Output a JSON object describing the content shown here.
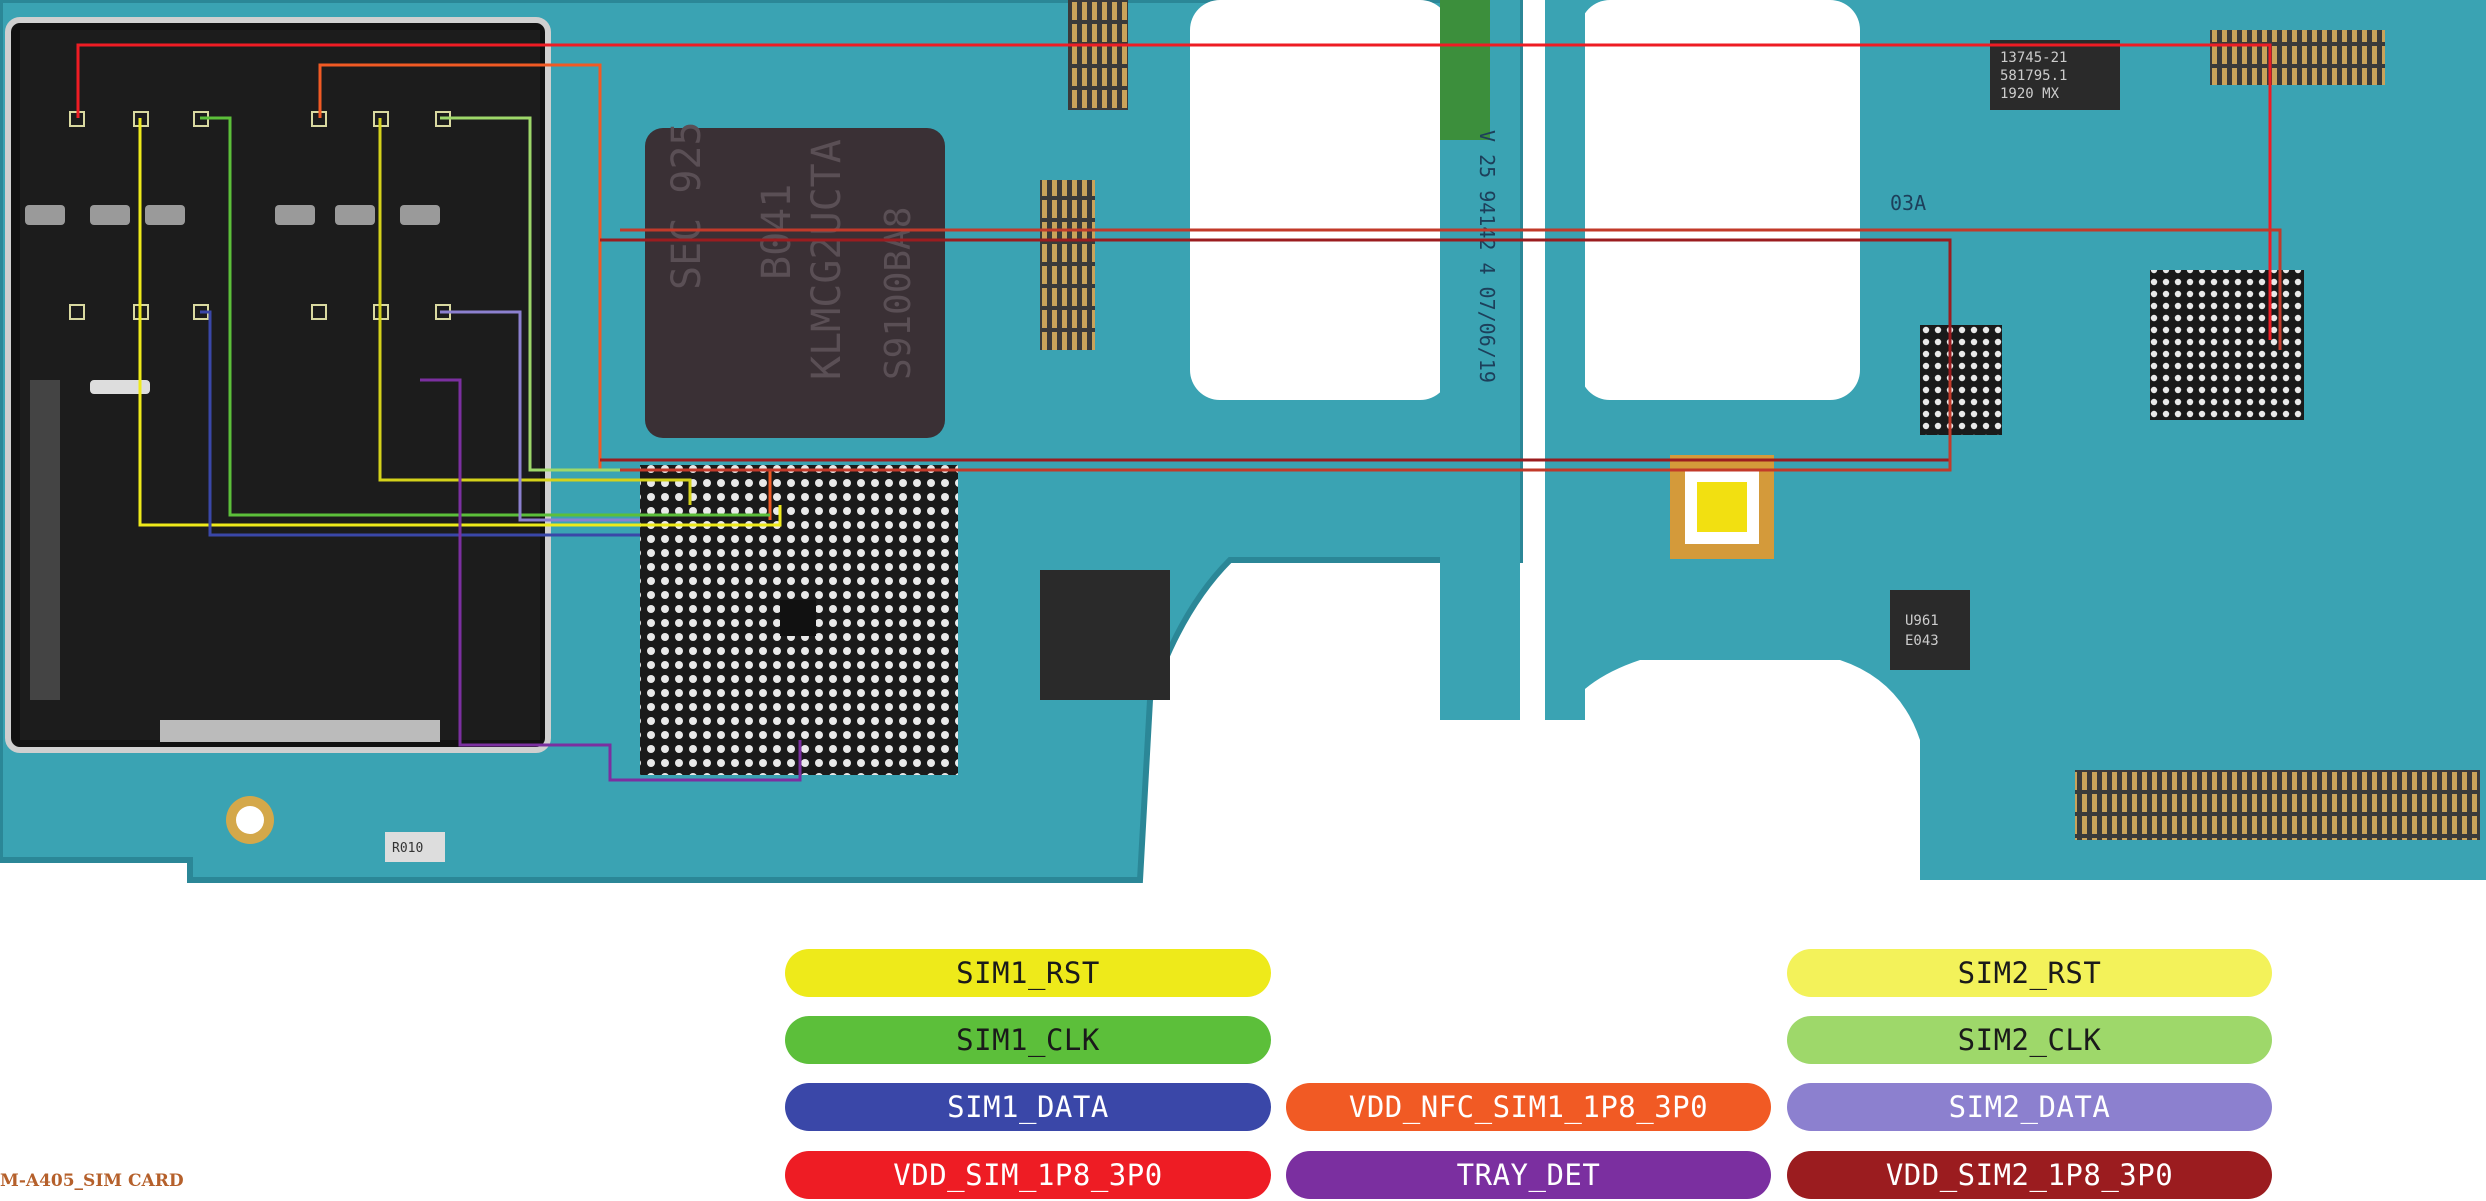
{
  "model_label": "M-A405_SIM CARD",
  "chip_text": {
    "emmc_line1": "SEC 925",
    "emmc_line2": "B041",
    "emmc_line3": "KLMCG2UCTA",
    "emmc_line4": "S9100BA8",
    "date_code": "V 25 94142 4 07/06/19",
    "ic_right_top_1": "13745-21",
    "ic_right_top_2": "581795.1",
    "ic_right_top_3": "1920 MX",
    "pmic_small_1": "U961",
    "pmic_small_2": "E043",
    "pad_label_r010": "R010",
    "pad_label_03a": "03A"
  },
  "legend": {
    "sim1_rst": "SIM1_RST",
    "sim1_clk": "SIM1_CLK",
    "sim1_data": "SIM1_DATA",
    "vdd_sim_1p8_3p0": "VDD_SIM_1P8_3P0",
    "vdd_nfc_sim1_1p8_3p0": "VDD_NFC_SIM1_1P8_3P0",
    "tray_det": "TRAY_DET",
    "sim2_rst": "SIM2_RST",
    "sim2_clk": "SIM2_CLK",
    "sim2_data": "SIM2_DATA",
    "vdd_sim2_1p8_3p0": "VDD_SIM2_1P8_3P0"
  },
  "colors": {
    "sim1_rst": "#eeea1a",
    "sim1_clk": "#5cbf3a",
    "sim1_data": "#3a47a8",
    "vdd_sim_1p8_3p0": "#ee1c24",
    "vdd_nfc_sim1_1p8_3p0": "#f15a24",
    "tray_det": "#7b2fa0",
    "sim2_rst": "#f3f25a",
    "sim2_clk": "#9ed86a",
    "sim2_data": "#8c80cf",
    "vdd_sim2_1p8_3p0": "#9b1c1f",
    "board": "#3aa3b3",
    "board_dark": "#2b8797"
  }
}
